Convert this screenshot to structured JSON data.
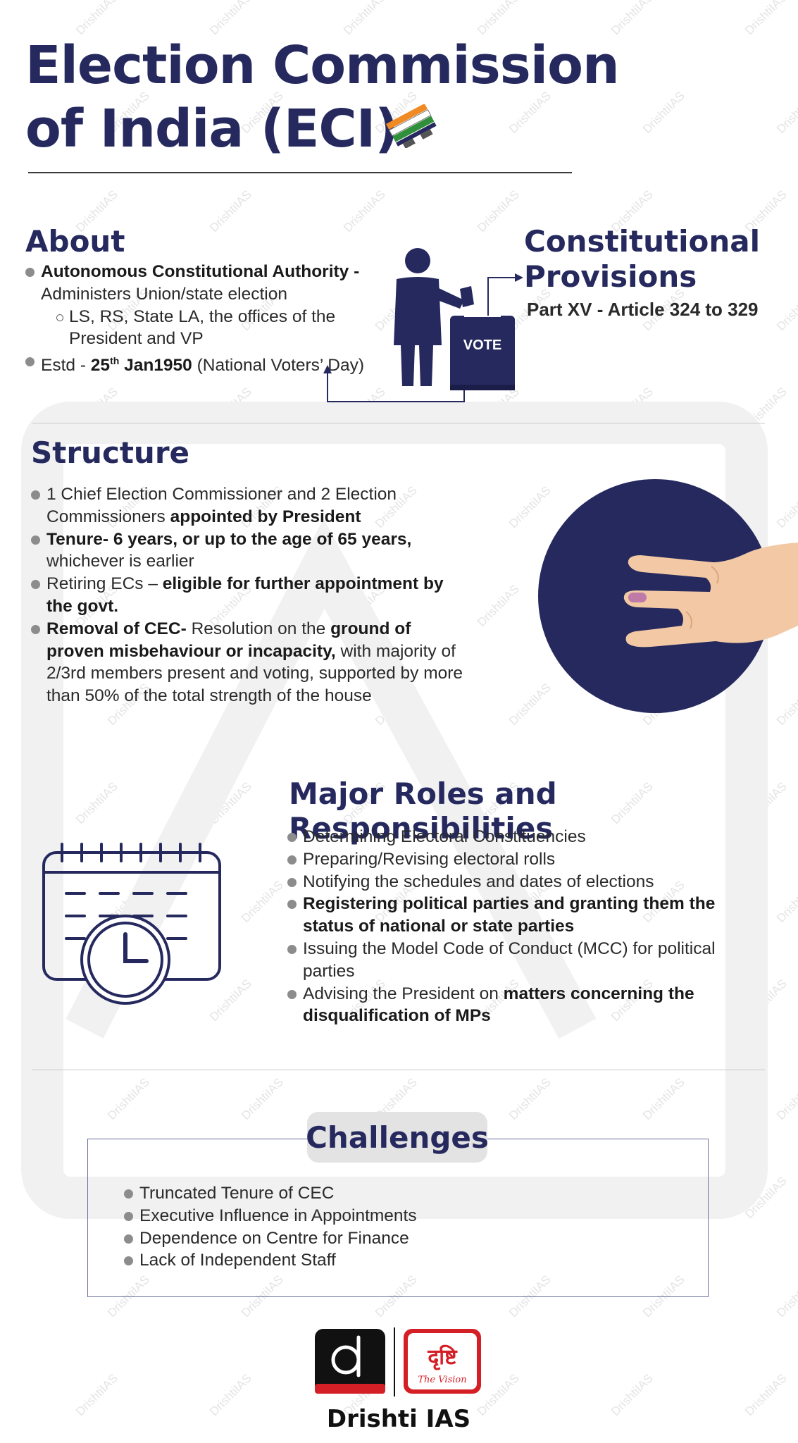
{
  "title": {
    "line1": "Election Commission",
    "line2": "of India (ECI)"
  },
  "watermark_text": "DrishtiIAS",
  "about": {
    "heading": "About",
    "items": [
      {
        "bold": "Autonomous Constitutional Authority -",
        "text": "Administers Union/state election"
      },
      {
        "sub": "LS, RS, State LA, the offices of the President and VP"
      },
      {
        "pre": "Estd - ",
        "bold": "25",
        "sup": "th",
        "bold2": " Jan1950",
        "text": " (National Voters’ Day)"
      }
    ]
  },
  "vote_box_label": "VOTE",
  "constitutional": {
    "heading_line1": "Constitutional",
    "heading_line2": "Provisions",
    "text": "Part XV - Article 324 to 329"
  },
  "structure": {
    "heading": "Structure",
    "items": [
      {
        "text": "1 Chief Election Commissioner and 2 Election Commissioners ",
        "bold": "appointed by President"
      },
      {
        "bold": "Tenure- 6 years, or up to the age of 65 years,",
        "text": " whichever is earlier"
      },
      {
        "text": "Retiring ECs – ",
        "bold": "eligible for further appointment by the govt."
      },
      {
        "bold": "Removal of CEC-",
        "text": "  Resolution on the ",
        "bold2": "ground of proven misbehaviour or incapacity,",
        "text2": " with majority of 2/3rd members present and voting, supported by more than 50% of the total strength of the house"
      }
    ]
  },
  "roles": {
    "heading": "Major Roles and Responsibilities",
    "items": [
      {
        "text": "Determining Electoral Constituencies"
      },
      {
        "text": "Preparing/Revising electoral rolls"
      },
      {
        "text": "Notifying the schedules and dates of elections"
      },
      {
        "bold": "Registering political parties and granting them the status of national or state parties"
      },
      {
        "text": "Issuing the Model Code of Conduct (MCC) for political parties"
      },
      {
        "text": "Advising the President on ",
        "bold": "matters concerning the disqualification of MPs"
      }
    ]
  },
  "challenges": {
    "heading": "Challenges",
    "items": [
      "Truncated Tenure of CEC",
      "Executive Influence in Appointments",
      "Dependence on Centre for Finance",
      "Lack of Independent Staff"
    ]
  },
  "brand": {
    "letter": "d",
    "hindi": "दृष्टि",
    "tagline": "The Vision",
    "name": "Drishti IAS"
  },
  "colors": {
    "navy": "#25295e",
    "grey_bullet": "#8c8c8c",
    "brand_red": "#d51f26",
    "skin": "#f2c9a4"
  }
}
